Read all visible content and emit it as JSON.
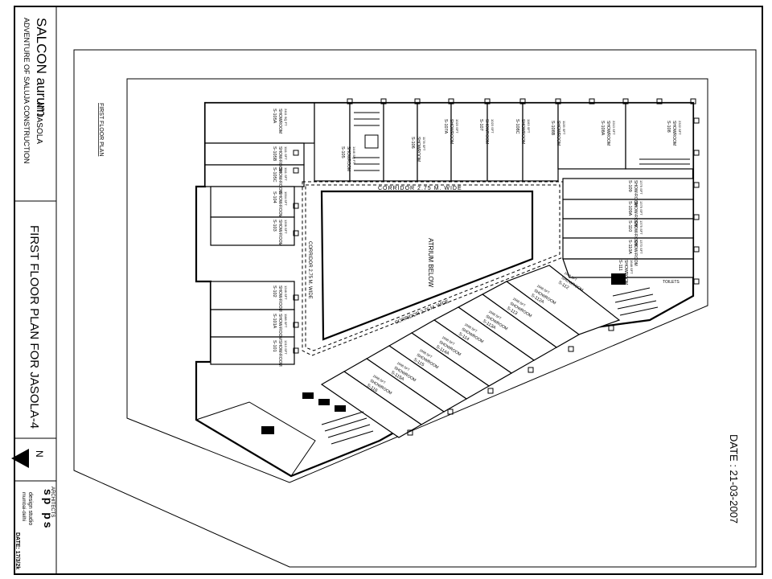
{
  "title_block": {
    "project_name": "SALCON aurum",
    "project_location": "AT JASOLA",
    "developer": "ADVENTURE OF SALUJA CONSTRUCTION",
    "drawing_title": "FIRST FLOOR PLAN FOR JASOLA-4",
    "north_label": "N",
    "architects_label": "ARCHITECTS",
    "architect_logo": "sp ps",
    "architect_firm": "design studio",
    "architect_sub": "mumbai-delhi",
    "stamp": "DATE: 17/3/2k",
    "date": "DATE : 21-03-2007"
  },
  "plan": {
    "sheet_label": "FIRST FLOOR PLAN",
    "atrium": "ATRIUM BELOW",
    "corridor_top": "CORRIDOR 2.75 M. WIDE",
    "corridor_left": "CORRIDOR 2.75 M. WIDE",
    "corridor_diag": "CORRIDOR 2.75 M. WIDE",
    "toilets": "TOILETS"
  },
  "units": [
    {
      "id": "S-105A",
      "type": "SHOWROOM",
      "area": "2411 SQ FT"
    },
    {
      "id": "S-105B",
      "type": "SHOW-ROOM",
      "area": "1111 SFT"
    },
    {
      "id": "S-105C",
      "type": "SHOW-ROOM",
      "area": "1111 SFT"
    },
    {
      "id": "S-104",
      "type": "SHOW-ROOM",
      "area": "1004 SFT"
    },
    {
      "id": "S-103",
      "type": "SHOW-ROOM",
      "area": "1206 SFT"
    },
    {
      "id": "S-102",
      "type": "SHOW-ROOM",
      "area": "1246 SFT"
    },
    {
      "id": "S-101A",
      "type": "SHOW-ROOM",
      "area": "1188 SFT"
    },
    {
      "id": "S-101",
      "type": "SHOW-ROOM",
      "area": "1213 SFT"
    },
    {
      "id": "S-105",
      "type": "SHOWROOM",
      "area": "1446 SQ FT"
    },
    {
      "id": "S-106",
      "type": "SHOWROOM",
      "area": "1178 SFT"
    },
    {
      "id": "S-107A",
      "type": "SHOWROOM",
      "area": "1023 SFT"
    },
    {
      "id": "S-107",
      "type": "SHOWROOM",
      "area": "1023 SFT"
    },
    {
      "id": "S-108C",
      "type": "SHOWROOM",
      "area": "1163 SFT"
    },
    {
      "id": "S-108B",
      "type": "SHOWROOM",
      "area": "1135 SFT"
    },
    {
      "id": "S-108A",
      "type": "SHOWROOM",
      "area": "2213 SFT"
    },
    {
      "id": "S-108",
      "type": "SHOWROOM",
      "area": "2322 SFT"
    },
    {
      "id": "S-109",
      "type": "SHOW-ROOM",
      "area": "1379 SFT"
    },
    {
      "id": "S-109A",
      "type": "SHOW-ROOM",
      "area": "1379 SFT"
    },
    {
      "id": "S-110",
      "type": "SHOW-ROOM",
      "area": "1379 SFT"
    },
    {
      "id": "S-110A",
      "type": "SHOW-ROOM",
      "area": "1370 SFT"
    },
    {
      "id": "S-111",
      "type": "SHOWROOM",
      "area": "1648 SFT"
    },
    {
      "id": "S-112",
      "type": "SHOWROOM",
      "area": "1068 SFT"
    },
    {
      "id": "S-112A",
      "type": "SHOWROOM",
      "area": "1068 SFT"
    },
    {
      "id": "S-113",
      "type": "SHOWROOM",
      "area": "1068 SFT"
    },
    {
      "id": "S-113A",
      "type": "SHOWROOM",
      "area": "1068 SFT"
    },
    {
      "id": "S-114",
      "type": "SHOWROOM",
      "area": "1068 SFT"
    },
    {
      "id": "S-114A",
      "type": "SHOWROOM",
      "area": "1068 SFT"
    },
    {
      "id": "S-115",
      "type": "SHOWROOM",
      "area": "1068 SFT"
    },
    {
      "id": "S-115A",
      "type": "SHOWROOM",
      "area": "1068 SFT"
    },
    {
      "id": "S-116",
      "type": "SHOWROOM",
      "area": "1068 SFT"
    }
  ]
}
